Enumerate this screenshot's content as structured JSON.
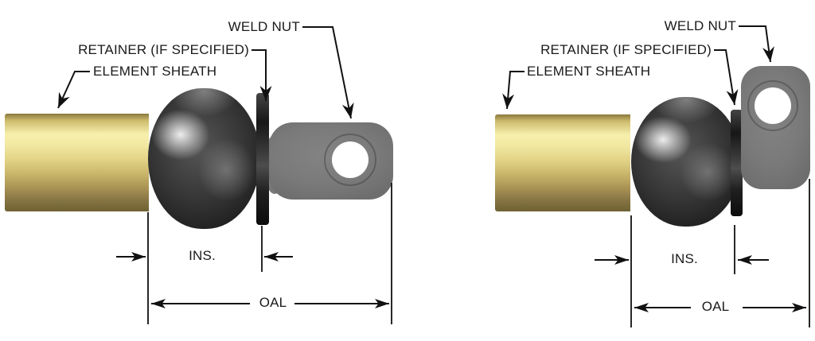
{
  "colors": {
    "background": "#ffffff",
    "line": "#111111",
    "text": "#1a1a1a",
    "sheath_light": "#f7f0ad",
    "sheath_dark": "#6f6233",
    "insulator_dark": "#151515",
    "weld_nut_gray": "#7a7a7a"
  },
  "figure": {
    "views": [
      {
        "name": "inline-weld-nut-view",
        "callouts": {
          "weld_nut": "WELD NUT",
          "retainer": "RETAINER (IF SPECIFIED)",
          "element_sheath": "ELEMENT SHEATH"
        },
        "dimensions": {
          "insulation": "INS.",
          "overall_length": "OAL"
        }
      },
      {
        "name": "right-angle-weld-nut-view",
        "callouts": {
          "weld_nut": "WELD NUT",
          "retainer": "RETAINER (IF SPECIFIED)",
          "element_sheath": "ELEMENT SHEATH"
        },
        "dimensions": {
          "insulation": "INS.",
          "overall_length": "OAL"
        }
      }
    ]
  }
}
